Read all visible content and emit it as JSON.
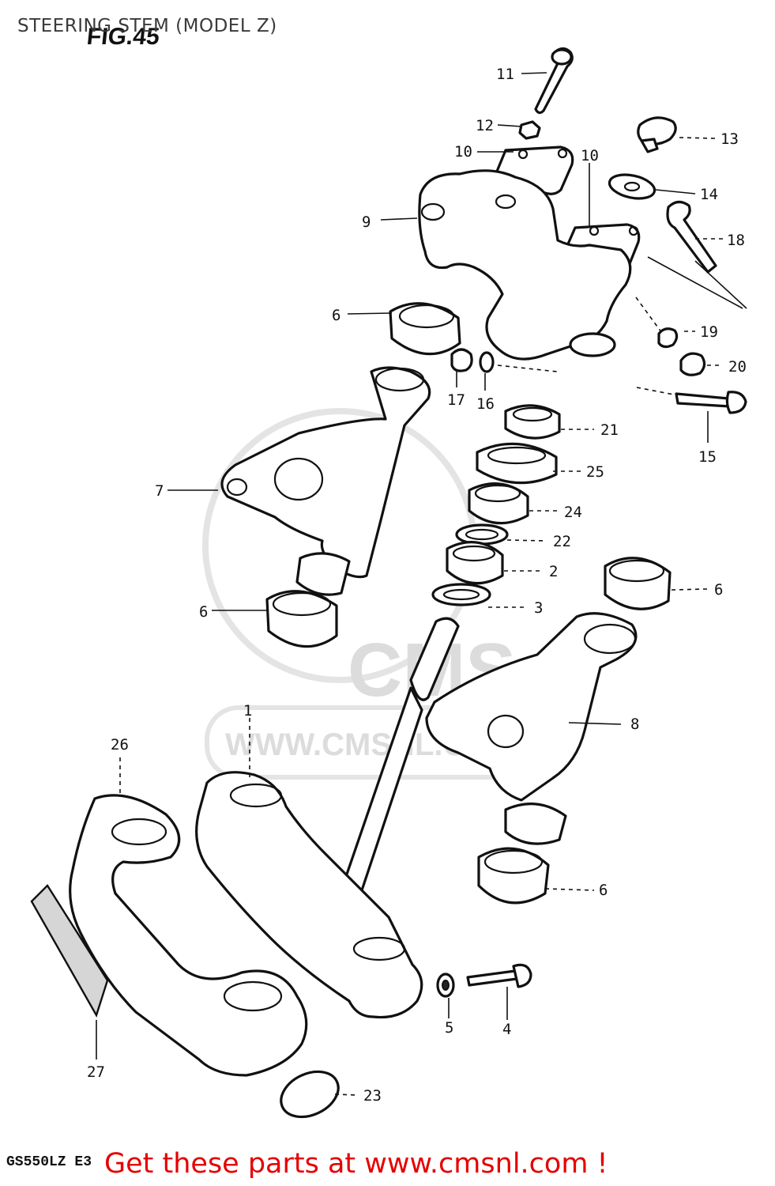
{
  "header": {
    "title": "STEERING STEM (MODEL Z)",
    "figure": "FIG.45"
  },
  "footer": {
    "model_code": "GS550LZ E3",
    "promo": "Get these parts at www.cmsnl.com !"
  },
  "watermark": {
    "logo_text": "CMS",
    "url_text": "WWW.CMSNL.COM"
  },
  "callouts": [
    "1",
    "2",
    "3",
    "4",
    "5",
    "6",
    "6",
    "6",
    "6",
    "7",
    "8",
    "9",
    "10",
    "10",
    "11",
    "12",
    "13",
    "14",
    "15",
    "16",
    "17",
    "18",
    "19",
    "20",
    "21",
    "22",
    "23",
    "24",
    "25",
    "26",
    "27"
  ],
  "colors": {
    "promo": "#e60000",
    "line": "#111111",
    "watermark": "#dcdcdc"
  }
}
